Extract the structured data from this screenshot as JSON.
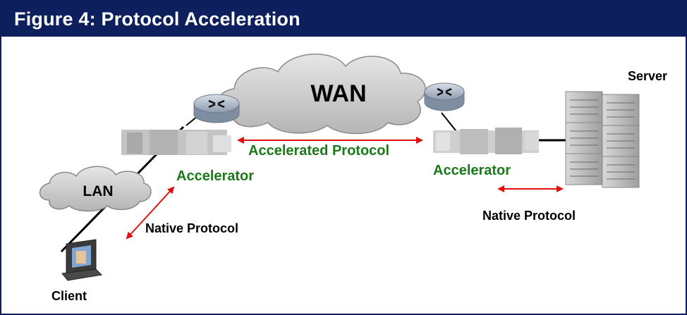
{
  "title": "Figure 4:  Protocol Acceleration",
  "colors": {
    "title_bar": "#0d1f5c",
    "accent_green": "#1a7a1a",
    "arrow_red": "#e01010",
    "cloud_fill": "#c9c9c9",
    "router_fill": "#b8c4d2"
  },
  "labels": {
    "wan": "WAN",
    "lan": "LAN",
    "server": "Server",
    "client": "Client",
    "accelerator_left": "Accelerator",
    "accelerator_right": "Accelerator",
    "accelerated_protocol": "Accelerated Protocol",
    "native_protocol_left": "Native Protocol",
    "native_protocol_right": "Native Protocol"
  },
  "icons": {
    "router": "router-icon",
    "server": "server-rack-icon",
    "client": "desktop-computer-icon",
    "cloud": "cloud-icon",
    "accelerator": "accelerator-appliance-icon"
  }
}
